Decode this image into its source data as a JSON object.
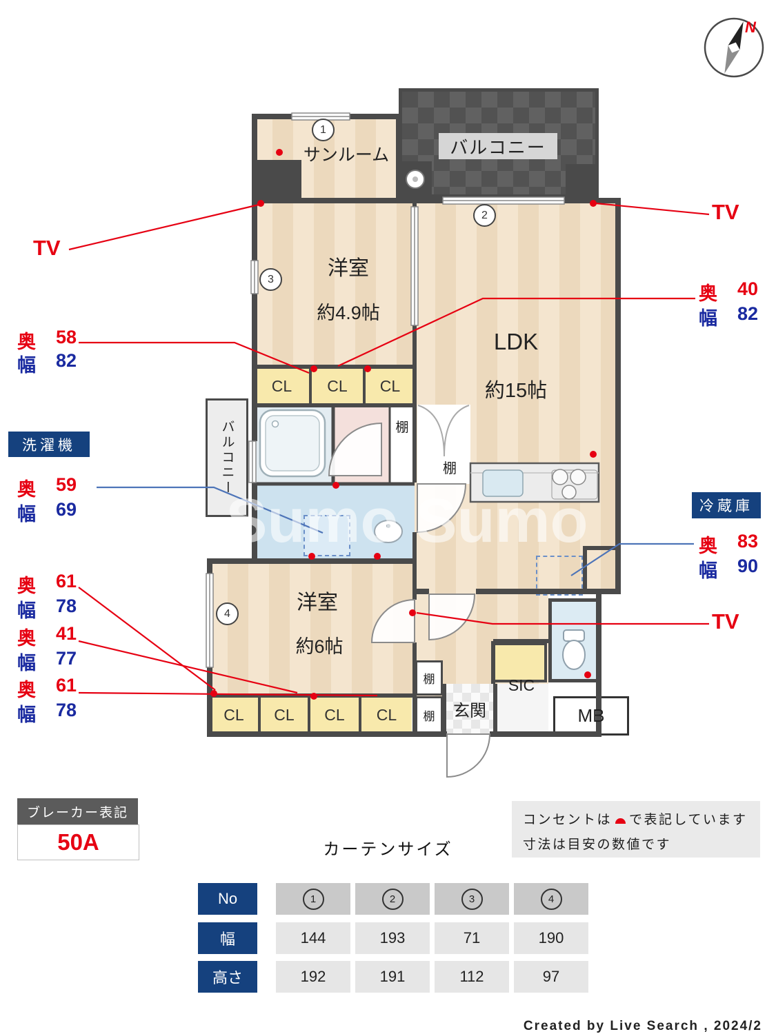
{
  "compass": {
    "north": "N"
  },
  "watermark": "Sumo Sumo",
  "plan": {
    "closet": "CL",
    "shelf": "棚",
    "circles": [
      "1",
      "2",
      "3",
      "4"
    ],
    "rooms": {
      "sunroom": "サンルーム",
      "balcony_top": "バルコニー",
      "balcony_left": "バルコニー",
      "bedroom1_name": "洋室",
      "bedroom1_size": "約4.9帖",
      "ldk_name": "LDK",
      "ldk_size": "約15帖",
      "bedroom2_name": "洋室",
      "bedroom2_size": "約6帖",
      "entrance": "玄関",
      "sic": "SIC",
      "mb": "MB"
    }
  },
  "annotations": {
    "tv": "TV",
    "dim_left_top": [
      {
        "label": "奥",
        "value": "58"
      },
      {
        "label": "幅",
        "value": "82"
      }
    ],
    "dim_right_top": [
      {
        "label": "奥",
        "value": "40"
      },
      {
        "label": "幅",
        "value": "82"
      }
    ],
    "washer": {
      "badge": "洗濯機",
      "dims": [
        {
          "label": "奥",
          "value": "59"
        },
        {
          "label": "幅",
          "value": "69"
        }
      ]
    },
    "fridge": {
      "badge": "冷蔵庫",
      "dims": [
        {
          "label": "奥",
          "value": "83"
        },
        {
          "label": "幅",
          "value": "90"
        }
      ]
    },
    "dim_left_bottom": [
      {
        "label": "奥",
        "value": "61"
      },
      {
        "label": "幅",
        "value": "78"
      },
      {
        "label": "奥",
        "value": "41"
      },
      {
        "label": "幅",
        "value": "77"
      },
      {
        "label": "奥",
        "value": "61"
      },
      {
        "label": "幅",
        "value": "78"
      }
    ]
  },
  "breaker": {
    "title": "ブレーカー表記",
    "value": "50A"
  },
  "notes": {
    "line1_pre": "コンセントは",
    "line1_post": "で表記しています",
    "line2": "寸法は目安の数値です"
  },
  "curtain": {
    "title": "カーテンサイズ",
    "row_headers": [
      "No",
      "幅",
      "高さ"
    ],
    "numbers": [
      "1",
      "2",
      "3",
      "4"
    ],
    "width_values": [
      "144",
      "193",
      "71",
      "190"
    ],
    "height_values": [
      "192",
      "191",
      "112",
      "97"
    ]
  },
  "credit": "Created by Live Search , 2024/2",
  "colors": {
    "accent_red": "#e60012",
    "accent_blue": "#1a2aa0",
    "badge_navy": "#15417e",
    "wall": "#4a4a4a"
  }
}
